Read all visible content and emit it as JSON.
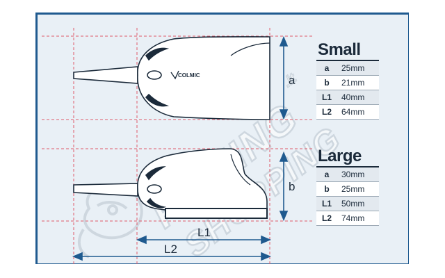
{
  "brand_label": "COLMIC",
  "dimension_labels": {
    "a": "a",
    "b": "b",
    "L1": "L1",
    "L2": "L2"
  },
  "small": {
    "title": "Small",
    "rows": [
      {
        "key": "a",
        "value": "25mm"
      },
      {
        "key": "b",
        "value": "21mm"
      },
      {
        "key": "L1",
        "value": "40mm"
      },
      {
        "key": "L2",
        "value": "64mm"
      }
    ]
  },
  "large": {
    "title": "Large",
    "rows": [
      {
        "key": "a",
        "value": "30mm"
      },
      {
        "key": "b",
        "value": "25mm"
      },
      {
        "key": "L1",
        "value": "50mm"
      },
      {
        "key": "L2",
        "value": "74mm"
      }
    ]
  },
  "watermark": {
    "line1": "FISHING",
    "line2": "SHOPPING",
    "suffix": ".it"
  },
  "colors": {
    "frame": "#1f5a8f",
    "panel": "#e9f0f6",
    "outline": "#1b2a3a",
    "guide_red": "#e05a6a",
    "guide_blue": "#1f5a8f"
  }
}
